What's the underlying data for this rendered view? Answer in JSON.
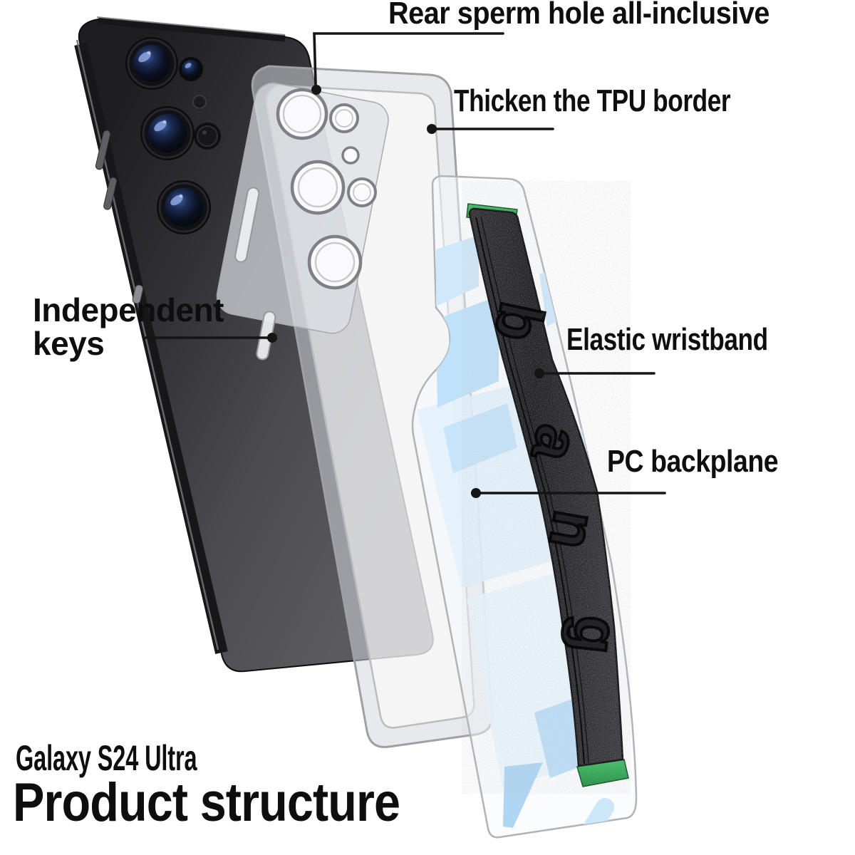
{
  "heading": {
    "model": "Galaxy S24 Ultra",
    "title": "Product structure"
  },
  "callouts": [
    {
      "id": "rear-camera-hole",
      "label": "Rear sperm hole all-inclusive"
    },
    {
      "id": "tpu-border",
      "label": "Thicken the TPU border"
    },
    {
      "id": "independent-keys",
      "label": "Independent keys"
    },
    {
      "id": "elastic-wristband",
      "label": "Elastic wristband"
    },
    {
      "id": "pc-backplane",
      "label": "PC backplane"
    }
  ],
  "wristband": {
    "letters": [
      "b",
      "a",
      "n",
      "g"
    ]
  },
  "colors": {
    "label_text": "#0e0e0f",
    "callout_line": "#151515",
    "strap_green": "#2eae52",
    "strap_black": "#232326",
    "pattern_blue": "#bfe1f9",
    "phone_body_dark": "#242427",
    "phone_body_light": "#5a5a5f",
    "case_border_gray": "#a6a6ab",
    "lens_blue": "#3c5fa6"
  }
}
